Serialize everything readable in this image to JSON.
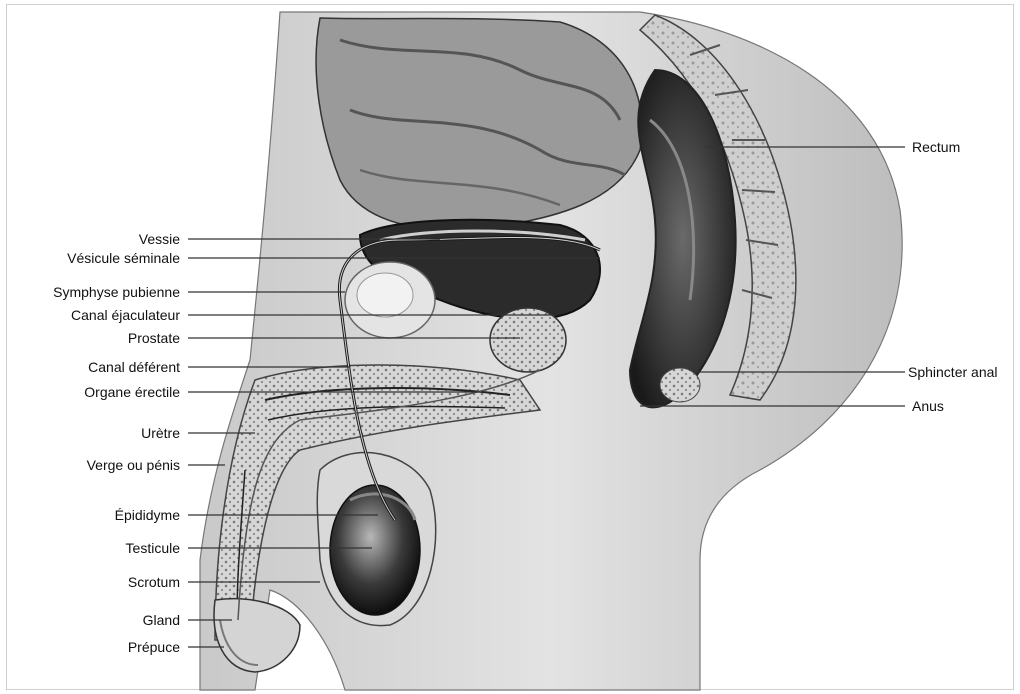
{
  "diagram": {
    "labels_left": [
      {
        "id": "vessie",
        "text": "Vessie"
      },
      {
        "id": "vesicule",
        "text": "Vésicule séminale"
      },
      {
        "id": "symphyse",
        "text": "Symphyse pubienne"
      },
      {
        "id": "canal-ejac",
        "text": "Canal éjaculateur"
      },
      {
        "id": "prostate",
        "text": "Prostate"
      },
      {
        "id": "canal-def",
        "text": "Canal déférent"
      },
      {
        "id": "organe",
        "text": "Organe érectile"
      },
      {
        "id": "uretre",
        "text": "Urètre"
      },
      {
        "id": "verge",
        "text": "Verge ou pénis"
      },
      {
        "id": "epididyme",
        "text": "Épididyme"
      },
      {
        "id": "testicule",
        "text": "Testicule"
      },
      {
        "id": "scrotum",
        "text": "Scrotum"
      },
      {
        "id": "gland",
        "text": "Gland"
      },
      {
        "id": "prepuce",
        "text": "Prépuce"
      }
    ],
    "labels_right": [
      {
        "id": "rectum",
        "text": "Rectum"
      },
      {
        "id": "sphincter",
        "text": "Sphincter anal"
      },
      {
        "id": "anus",
        "text": "Anus"
      }
    ]
  }
}
